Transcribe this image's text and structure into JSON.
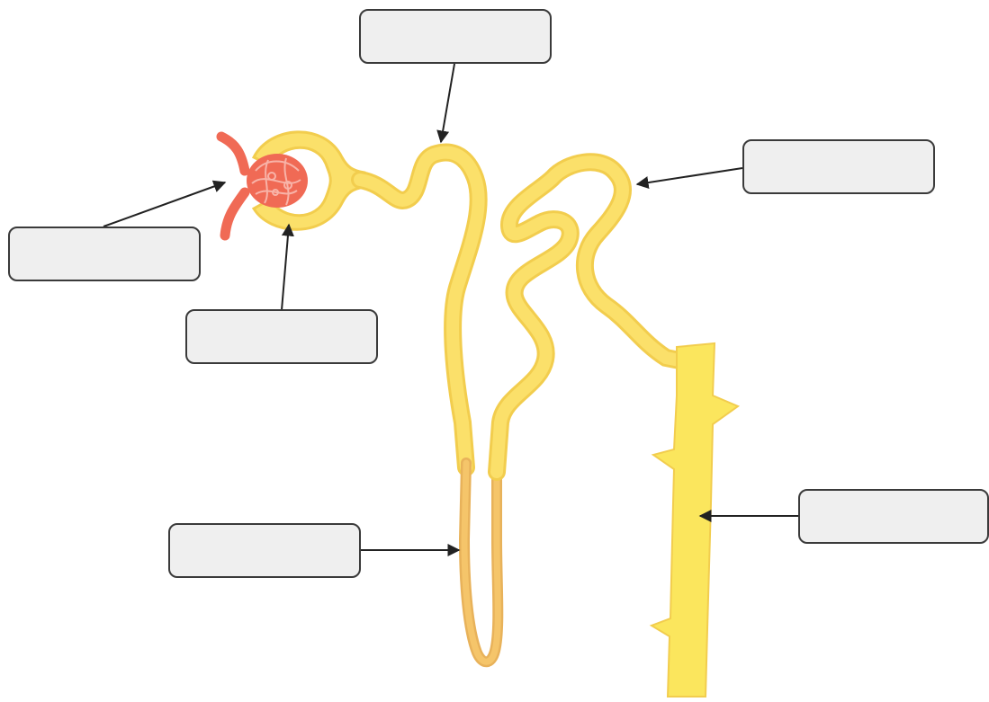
{
  "colors": {
    "tubule": "#fbe06a",
    "tubule_edge": "#f2cd4e",
    "loop_descending": "#f5c56a",
    "loop_edge": "#e8b25a",
    "collecting_duct": "#fbe65d",
    "glomerulus": "#f06a55",
    "glomerulus_net": "#f8b3a8",
    "box_fill": "#efefef",
    "box_border": "#3a3a3a"
  },
  "labels": [
    {
      "id": "top",
      "text": ""
    },
    {
      "id": "left-upper",
      "text": ""
    },
    {
      "id": "left-lower",
      "text": ""
    },
    {
      "id": "right-upper",
      "text": ""
    },
    {
      "id": "loop",
      "text": ""
    },
    {
      "id": "duct",
      "text": ""
    }
  ]
}
